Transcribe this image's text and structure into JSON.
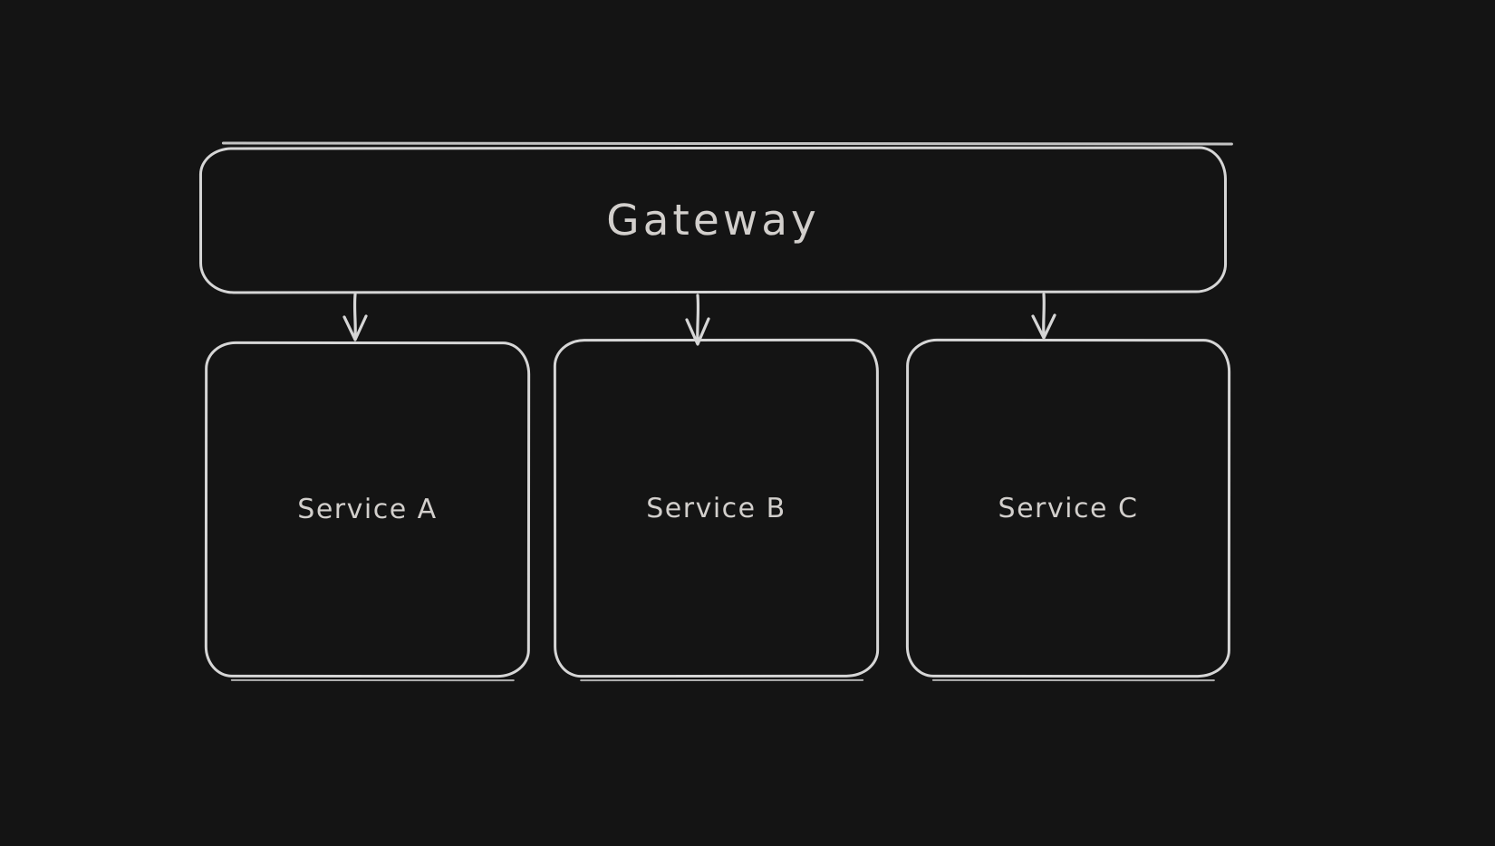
{
  "canvas": {
    "background": "#141414",
    "stroke_color": "#d6d6d6",
    "text_color": "#d2cfcc",
    "theme": "dark"
  },
  "diagram": {
    "type": "flowchart",
    "direction": "top-down",
    "nodes": [
      {
        "id": "gateway",
        "label": "Gateway",
        "shape": "rounded-rectangle"
      },
      {
        "id": "service-a",
        "label": "Service A",
        "shape": "rounded-rectangle"
      },
      {
        "id": "service-b",
        "label": "Service B",
        "shape": "rounded-rectangle"
      },
      {
        "id": "service-c",
        "label": "Service C",
        "shape": "rounded-rectangle"
      }
    ],
    "edges": [
      {
        "from": "gateway",
        "to": "service-a",
        "style": "arrow",
        "direction": "down"
      },
      {
        "from": "gateway",
        "to": "service-b",
        "style": "arrow",
        "direction": "down"
      },
      {
        "from": "gateway",
        "to": "service-c",
        "style": "arrow",
        "direction": "down"
      }
    ]
  }
}
